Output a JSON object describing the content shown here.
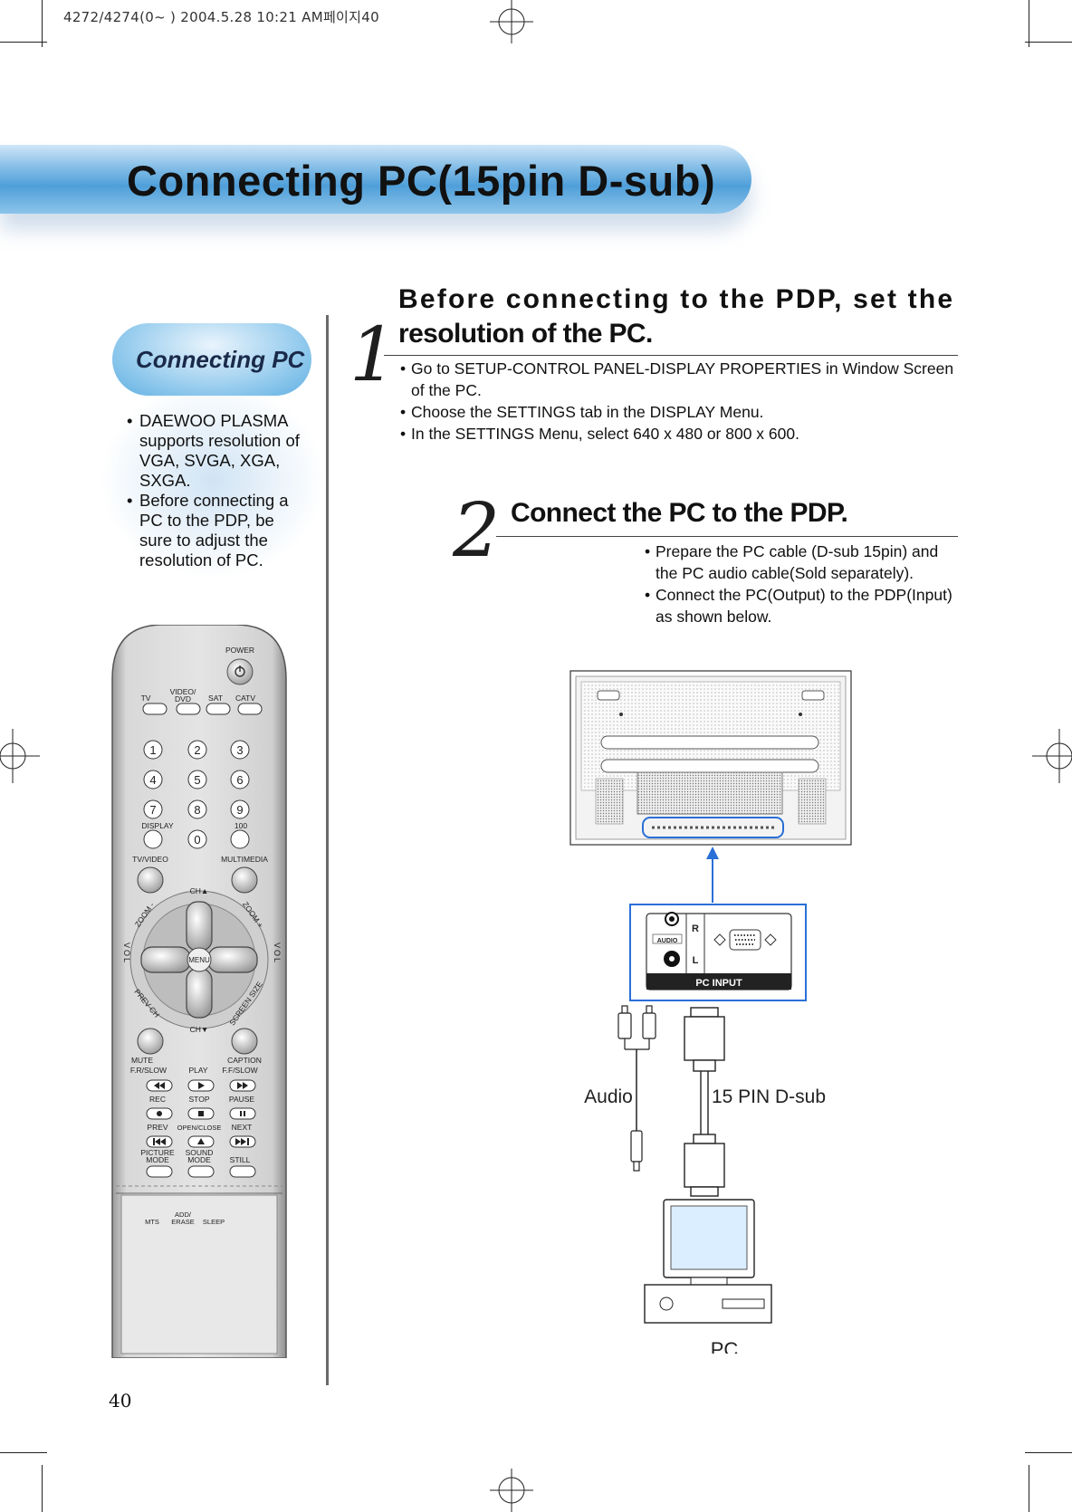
{
  "print_header": "4272/4274(0~ ) 2004.5.28 10:21 AM페이지40",
  "title": "Connecting PC(15pin D-sub)",
  "sidebar": {
    "heading": "Connecting PC",
    "bullets": [
      "DAEWOO PLASMA supports resolution of VGA, SVGA, XGA, SXGA.",
      "Before connecting a PC to the PDP, be sure to adjust the resolution of PC."
    ]
  },
  "step1": {
    "number": "1",
    "title_line1": "Before connecting to the PDP, set the",
    "title_line2": "resolution of the PC.",
    "bullets": [
      "Go to SETUP-CONTROL PANEL-DISPLAY PROPERTIES in Window Screen of the PC.",
      "Choose the SETTINGS tab in the DISPLAY Menu.",
      "In the SETTINGS Menu, select 640 x 480 or 800 x 600."
    ]
  },
  "step2": {
    "number": "2",
    "title": "Connect the PC to the PDP.",
    "bullets": [
      "Prepare the PC cable (D-sub 15pin) and the PC audio cable(Sold separately).",
      "Connect the PC(Output) to the PDP(Input) as shown below."
    ]
  },
  "diagram": {
    "panel_label": "PC INPUT",
    "audio_label": "AUDIO",
    "jack_r": "R",
    "jack_l": "L",
    "audio_caption": "Audio",
    "dsub_caption": "15 PIN D-sub",
    "pc_caption": "PC"
  },
  "remote": {
    "power": "POWER",
    "tv": "TV",
    "video_dvd_1": "VIDEO/",
    "video_dvd_2": "DVD",
    "sat": "SAT",
    "catv": "CATV",
    "digits": [
      "1",
      "2",
      "3",
      "4",
      "5",
      "6",
      "7",
      "8",
      "9",
      "0"
    ],
    "display": "DISPLAY",
    "hundred": "100",
    "tv_video": "TV/VIDEO",
    "multimedia": "MULTIMEDIA",
    "ch_up": "CH▲",
    "ch_down": "CH▼",
    "menu": "MENU",
    "zoom_minus": "ZOOM -",
    "zoom_plus": "ZOOM +",
    "prev_ch": "PREV CH",
    "screen_size": "SCREEN SIZE",
    "vol": "VOL",
    "mute": "MUTE",
    "caption": "CAPTION",
    "fr_slow": "F.R/SLOW",
    "play": "PLAY",
    "ff_slow": "F.F/SLOW",
    "rec": "REC",
    "stop": "STOP",
    "pause": "PAUSE",
    "prev": "PREV",
    "open_close": "OPEN/CLOSE",
    "next": "NEXT",
    "picture_mode_1": "PICTURE",
    "picture_mode_2": "MODE",
    "sound_mode_1": "SOUND",
    "sound_mode_2": "MODE",
    "still": "STILL",
    "mts": "MTS",
    "add_erase_1": "ADD/",
    "add_erase_2": "ERASE",
    "sleep": "SLEEP"
  },
  "page_number": "40"
}
